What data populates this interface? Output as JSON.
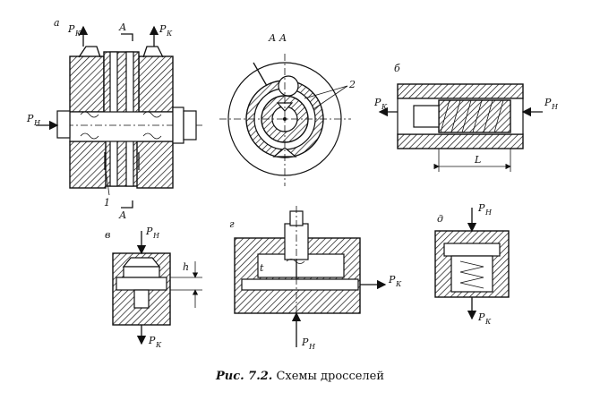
{
  "labels": {
    "a": "а",
    "b": "б",
    "v": "в",
    "g": "г",
    "d": "д",
    "section": "А",
    "section_view": "А  А",
    "part1": "1",
    "part2": "2",
    "gap_h": "h",
    "length_l": "L",
    "gap_t": "t",
    "p_main": "P",
    "sub_n": "Н",
    "sub_k": "К"
  },
  "caption": {
    "prefix": "Рис. 7.2.",
    "text": " Схемы дросселей"
  }
}
